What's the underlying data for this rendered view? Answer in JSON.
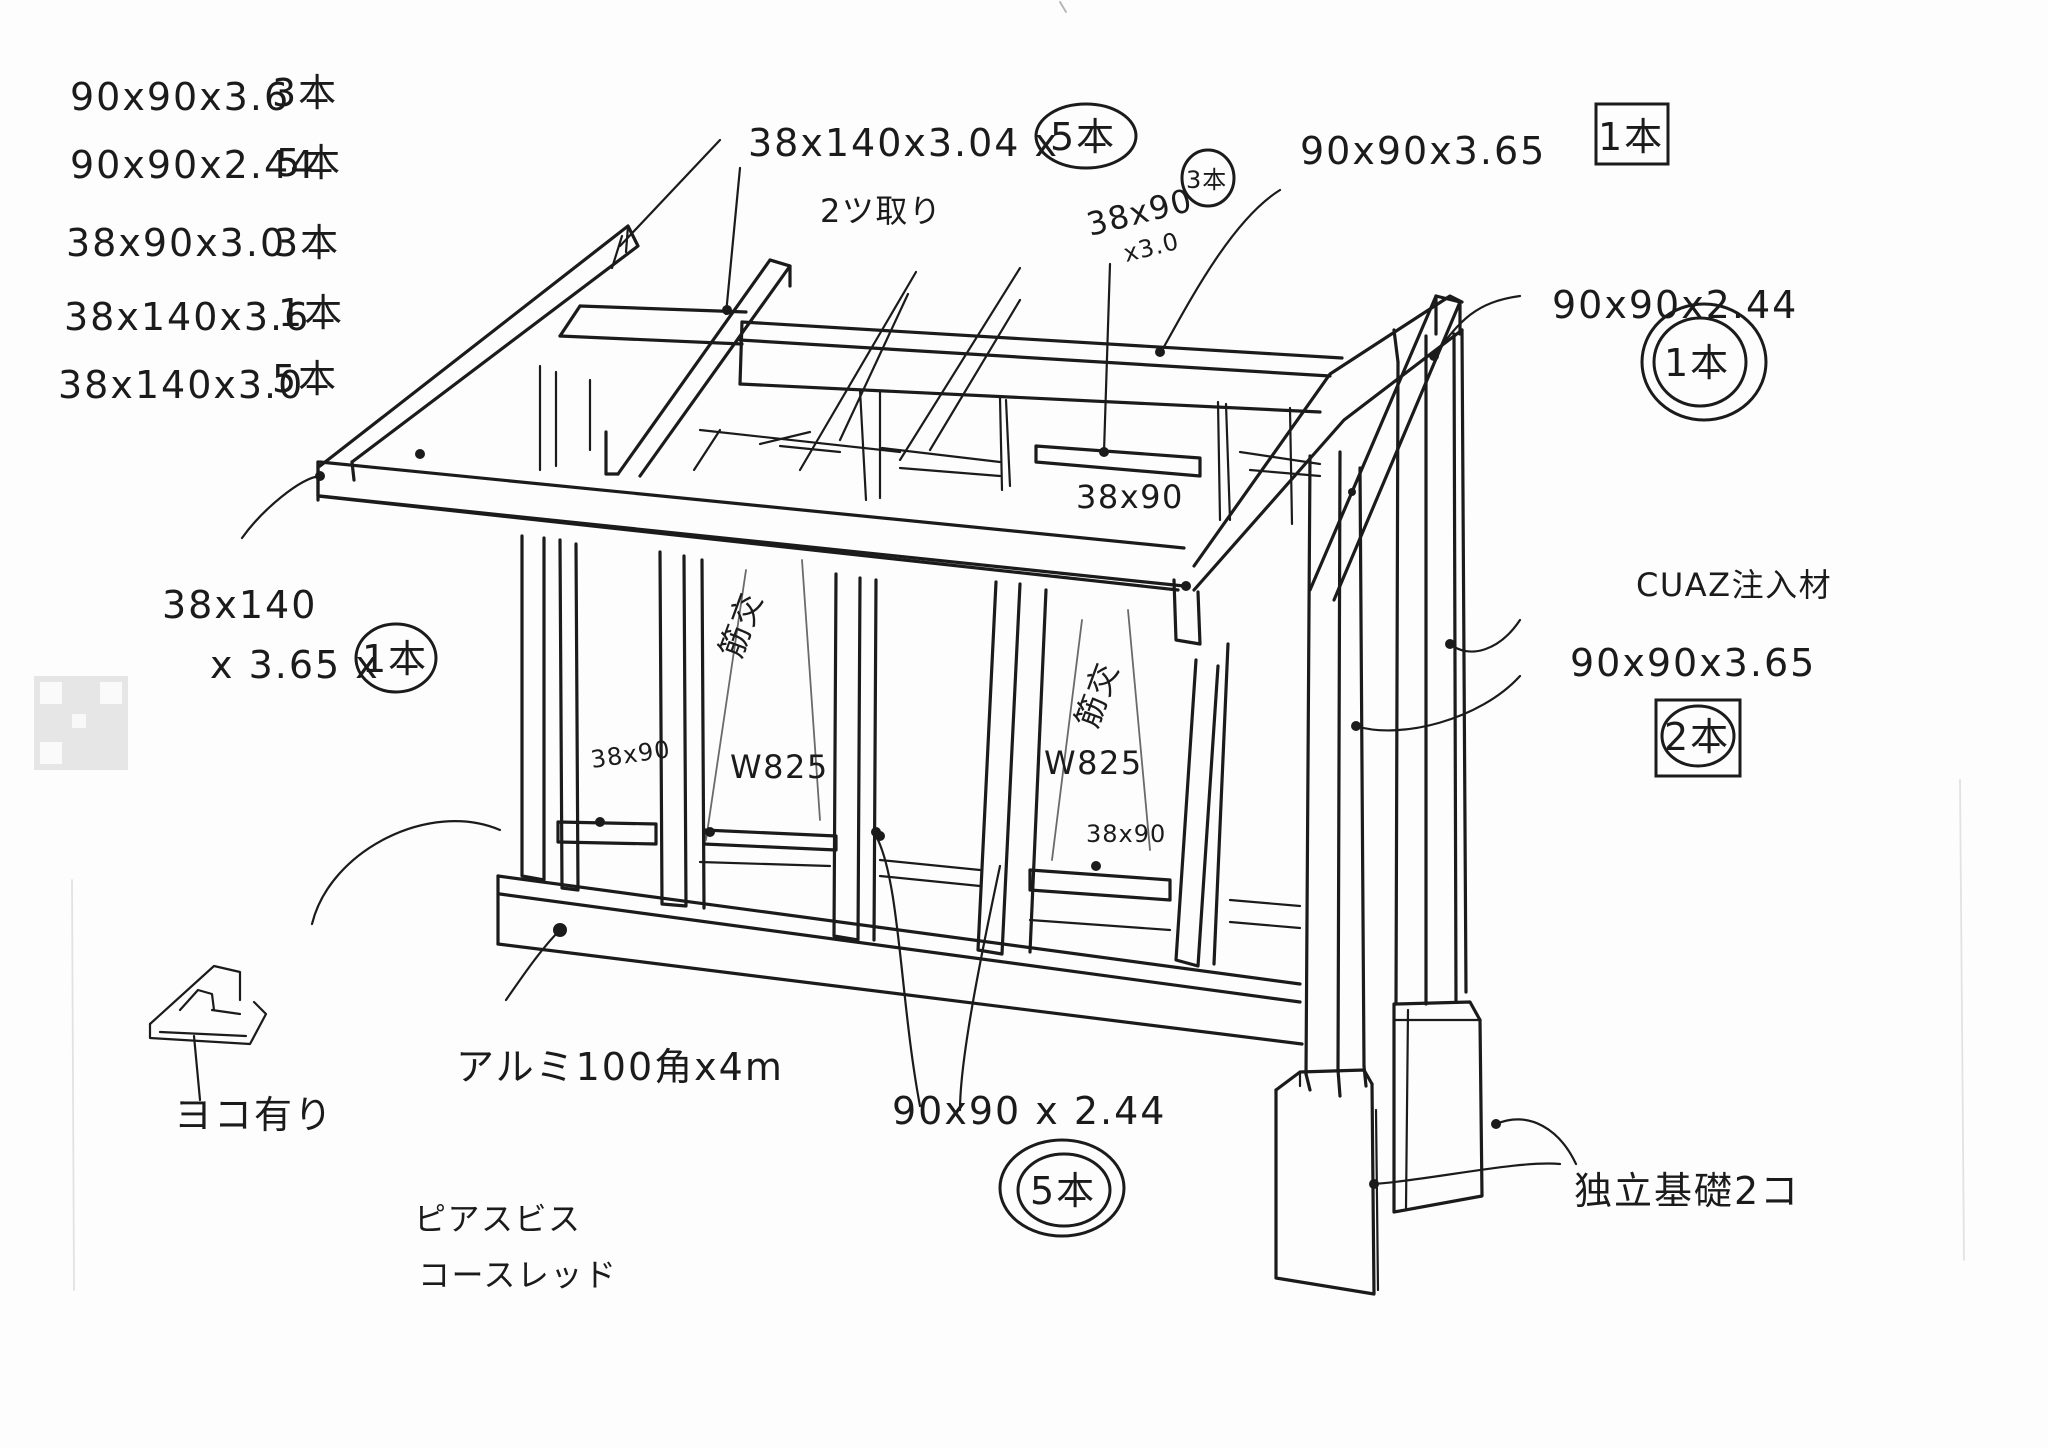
{
  "materials_list": [
    {
      "spec": "90x90x3.6",
      "qty": "3本"
    },
    {
      "spec": "90x90x2.44",
      "qty": "5本"
    },
    {
      "spec": "38x90x3.0",
      "qty": "3本"
    },
    {
      "spec": "38x140x3.6",
      "qty": "1本"
    },
    {
      "spec": "38x140x3.0",
      "qty": "5本"
    }
  ],
  "labels": {
    "rafters_spec": "38x140x3.04 x",
    "rafters_qty": "5本",
    "rafters_note": "2ツ取り",
    "joist_spec_a": "38x90",
    "joist_spec_b": "x3.0",
    "joist_qty": "3本",
    "beam_top_spec": "90x90x3.65",
    "beam_top_qty": "1本",
    "post_right_spec": "90x90x2.44",
    "post_right_qty": "1本",
    "inner_block_a": "38x90",
    "fascia_spec_a": "38x140",
    "fascia_spec_b": "x 3.65 x",
    "fascia_qty": "1本",
    "treatment": "CUAZ注入材",
    "posts_front_spec": "90x90x3.65",
    "posts_front_qty": "2本",
    "brace_left": "筋交",
    "brace_right": "筋交",
    "block_left": "38x90",
    "width_left": "W825",
    "width_right": "W825",
    "block_right": "38x90",
    "aluminum": "アルミ100角x4m",
    "notch_note": "ヨコ有り",
    "posts_bottom_spec": "90x90 x 2.44",
    "posts_bottom_qty": "5本",
    "footing": "独立基礎2コ",
    "screw_a": "ピアスビス",
    "screw_b": "コースレッド"
  }
}
